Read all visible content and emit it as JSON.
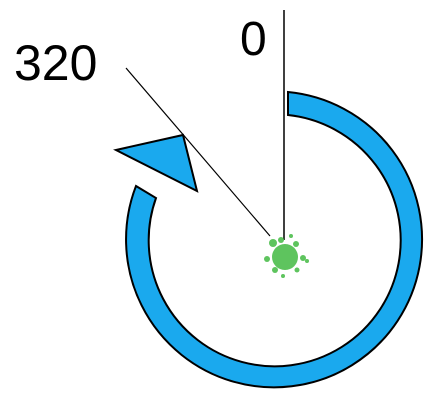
{
  "diagram": {
    "labels": {
      "zero_mark": "0",
      "angle_mark": "320"
    },
    "rotation_direction": "clockwise",
    "colors": {
      "arrow_fill": "#1aa9ee",
      "arrow_stroke": "#000000",
      "line": "#000000",
      "turtle": "#5ec45e"
    },
    "icons": {
      "center": "turtle-icon"
    }
  }
}
